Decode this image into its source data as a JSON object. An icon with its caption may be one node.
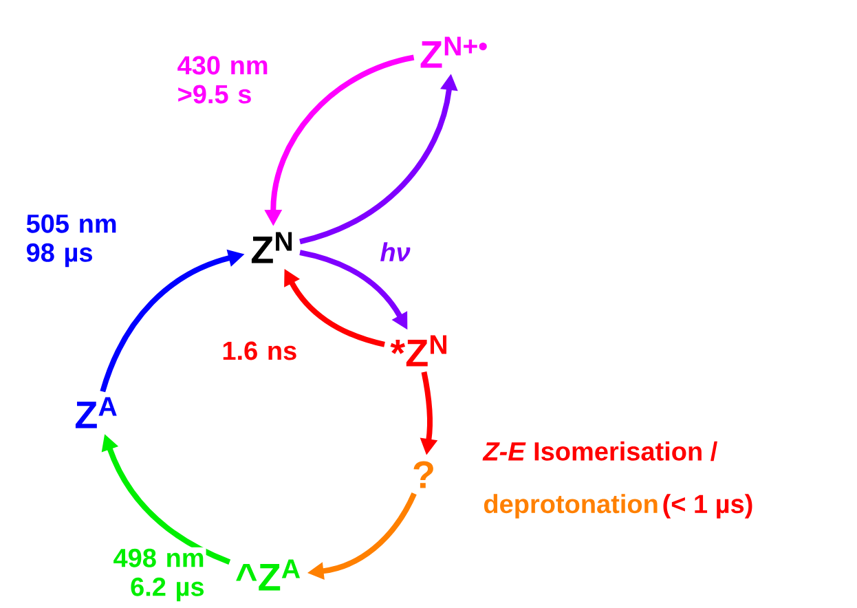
{
  "diagram": {
    "nodes": [
      {
        "text": [
          "Z$^{N}$"
        ]
      },
      {
        "text": [
          "Z$^{N+•}$"
        ]
      },
      {
        "text": [
          "*Z$^{N}$"
        ]
      },
      {
        "text": [
          "?"
        ]
      },
      {
        "text": [
          "^Z$^{A}$"
        ]
      },
      {
        "text": [
          "Z$^{A}$"
        ]
      }
    ],
    "edges": [
      {
        "from": 1,
        "to": 0,
        "arrow": "to",
        "color": "#ff00ff",
        "label": "430 nm >9.5 s"
      },
      {
        "from": 0,
        "to": 1,
        "arrow": "to",
        "color": "#7f00ff"
      },
      {
        "from": 0,
        "to": 2,
        "arrow": "to",
        "color": "#7f00ff",
        "label": "hν"
      },
      {
        "from": 2,
        "to": 0,
        "arrow": "to",
        "color": "#ff0000",
        "label": "1.6   ns"
      },
      {
        "from": 2,
        "to": 3,
        "arrow": "to",
        "color": "#ff0000"
      },
      {
        "from": 3,
        "to": 4,
        "arrow": "to",
        "color": "#ff8000"
      },
      {
        "from": 4,
        "to": 5,
        "arrow": "to",
        "color": "#00ee00",
        "label": "498 nm 6.2 µs"
      },
      {
        "from": 5,
        "to": 0,
        "arrow": "to",
        "color": "#0000ff",
        "label": "505 nm 98 µs"
      }
    ],
    "labels": [
      "*Z-E* Isomerisation /",
      "deprotonation",
      "(< 1 µs)"
    ]
  }
}
